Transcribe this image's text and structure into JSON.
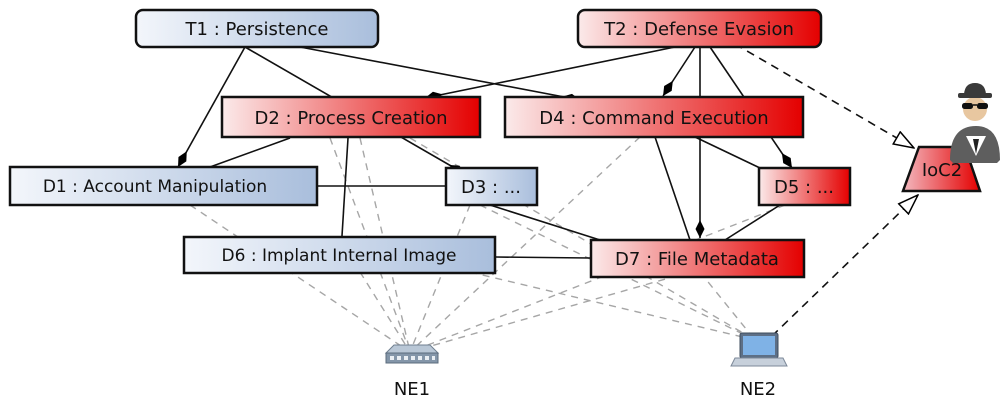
{
  "nodes": {
    "t1": {
      "label": "T1 : Persistence"
    },
    "t2": {
      "label": "T2 : Defense Evasion"
    },
    "d1": {
      "label": "D1 : Account Manipulation"
    },
    "d2": {
      "label": "D2 : Process Creation"
    },
    "d3": {
      "label": "D3 : ..."
    },
    "d4": {
      "label": "D4 : Command Execution"
    },
    "d5": {
      "label": "D5 : ..."
    },
    "d6": {
      "label": "D6 : Implant Internal Image"
    },
    "d7": {
      "label": "D7 : File Metadata"
    },
    "ioc2": {
      "label": "IoC2"
    },
    "ne1": {
      "label": "NE1"
    },
    "ne2": {
      "label": "NE2"
    }
  },
  "colors": {
    "blue_light": "#f3f6fb",
    "blue_dark": "#a9bedc",
    "red_light": "#fbeaea",
    "red_dark": "#e40000",
    "dashed_gray": "#a6a6a6",
    "edge": "#111111"
  },
  "icons": {
    "ioc2": "hacker-spy-icon",
    "ne1": "network-switch-icon",
    "ne2": "laptop-icon"
  }
}
